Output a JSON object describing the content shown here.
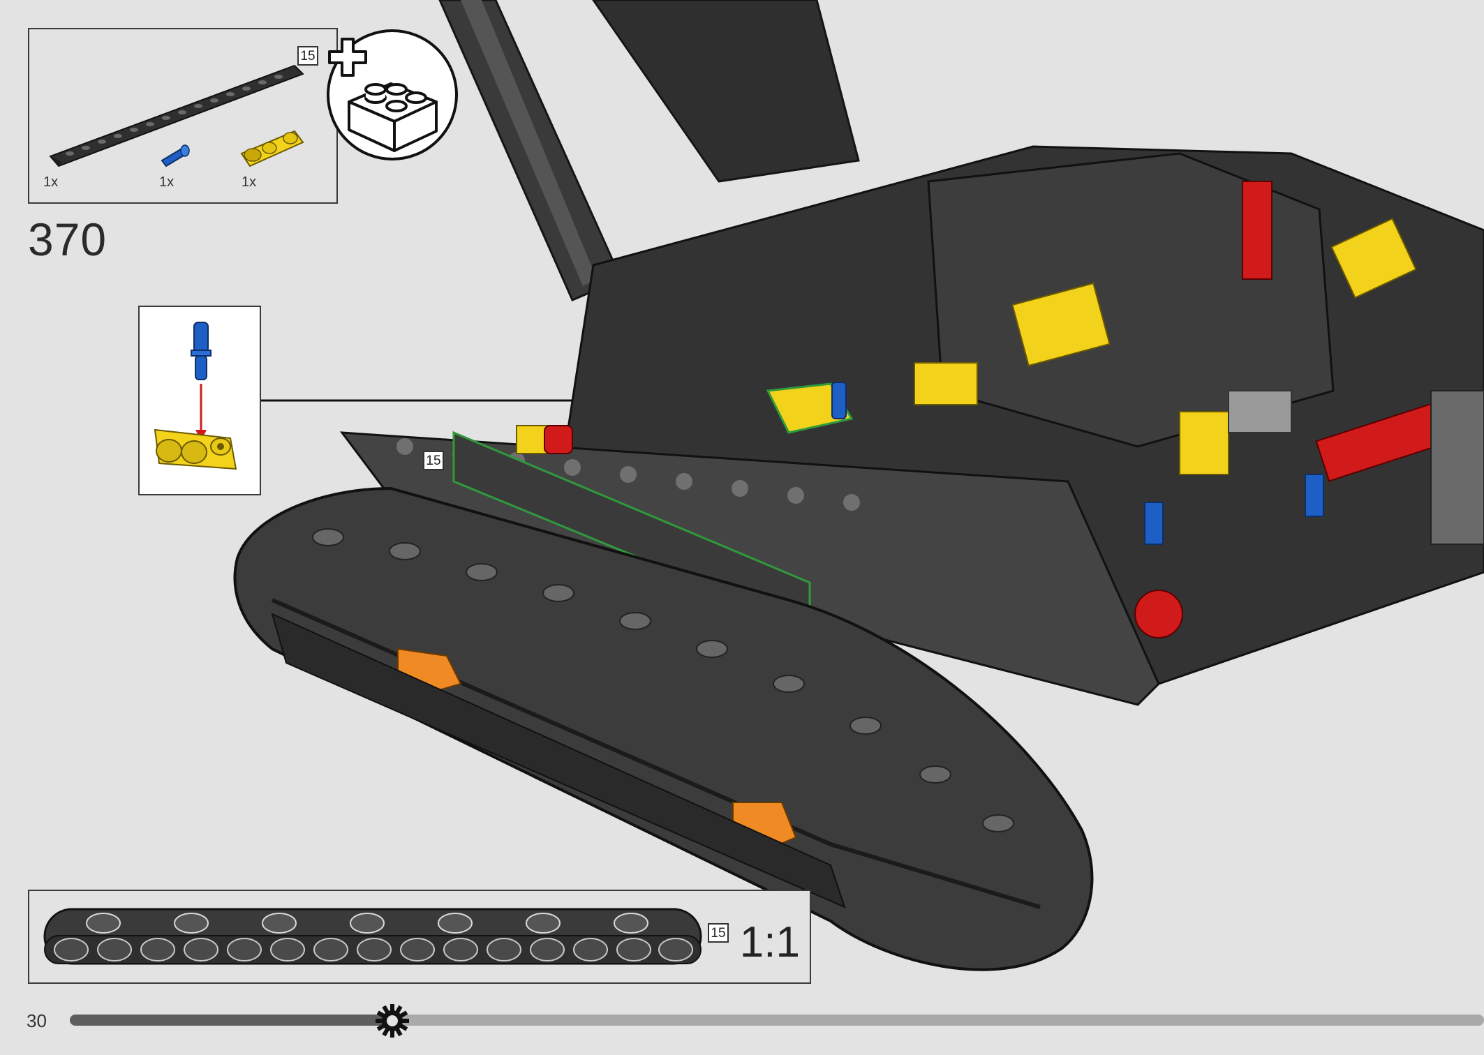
{
  "page": {
    "step_number": "370",
    "page_number": "30",
    "progress_fraction": 0.24
  },
  "parts_list": {
    "items": [
      {
        "name": "technic-beam-15",
        "qty": "1x",
        "color": "#2f2f2f"
      },
      {
        "name": "pin-blue",
        "qty": "1x",
        "color": "#1d5fc4"
      },
      {
        "name": "technic-connector-yellow",
        "qty": "1x",
        "color": "#f3d21b"
      }
    ],
    "element_id": "15",
    "add_bricks_icon": "plus-brick-icon"
  },
  "callout": {
    "pin_color": "#1d5fc4",
    "connector_color": "#f3d21b",
    "arrow_color": "#d11a1a"
  },
  "model": {
    "element_id": "15",
    "highlight_color": "#2f9a3c",
    "frame_color": "#2b2b2b",
    "accent_yellow": "#f3d21b",
    "accent_red": "#d11a1a",
    "accent_orange": "#f08a24",
    "accent_blue": "#1d5fc4"
  },
  "reference": {
    "element_id": "15",
    "scale_label": "1:1"
  }
}
